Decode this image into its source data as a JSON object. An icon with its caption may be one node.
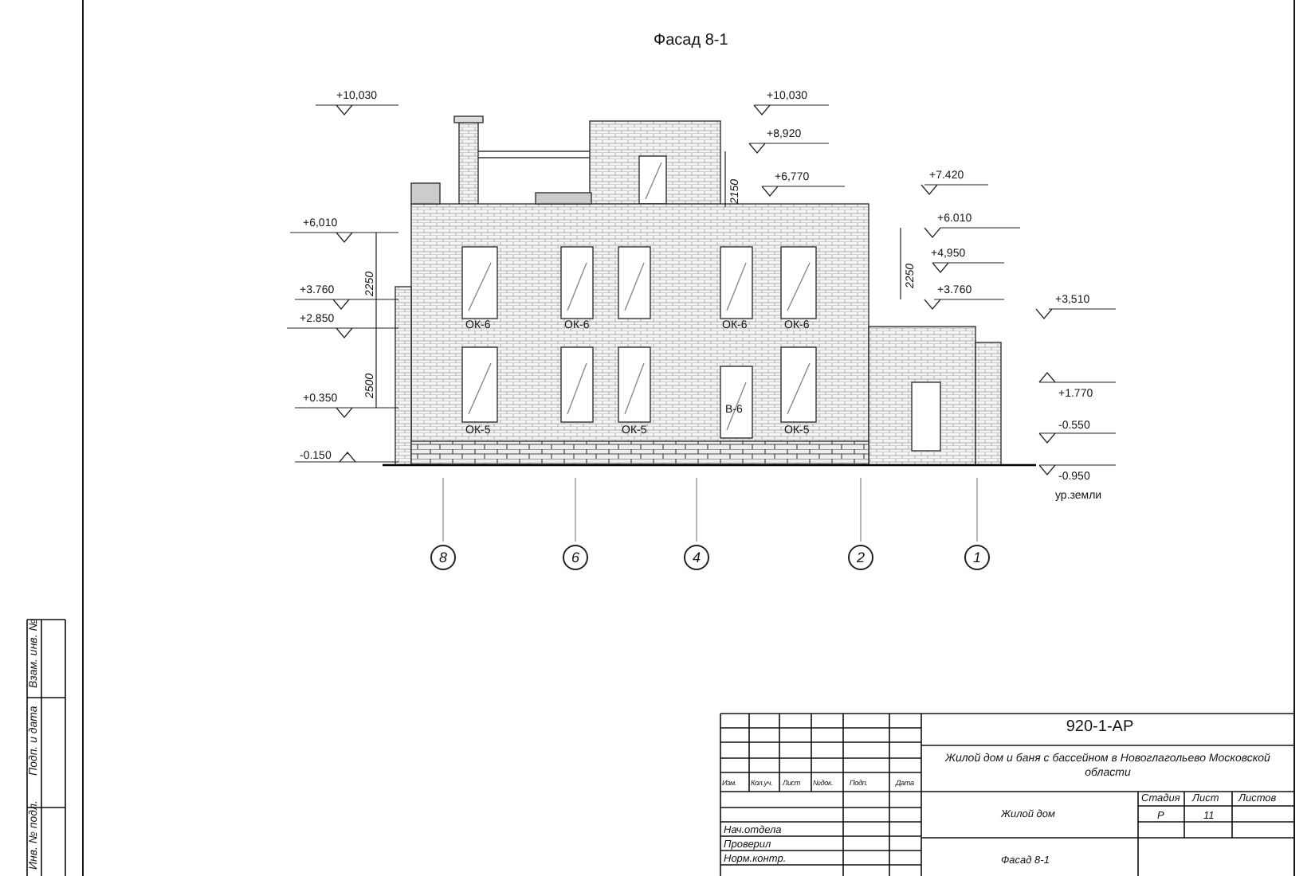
{
  "diagram": {
    "title": "Фасад 8-1",
    "labels": [
      "+10,030",
      "+10,030",
      "+8,920",
      "2150",
      "+6,770",
      "+7.420",
      "+6,010",
      "+6.010",
      "+4,950",
      "2250",
      "2250",
      "+3.760",
      "+3.760",
      "+3,510",
      "+2.850",
      "ОК-6",
      "ОК-6",
      "ОК-6",
      "ОК-6",
      "2500",
      "+0.350",
      "В-6",
      "+1.770",
      "-0.550",
      "ОК-5",
      "ОК-5",
      "ОК-5",
      "-0.150",
      "-0.950",
      "ур.земли",
      "8",
      "6",
      "4",
      "2",
      "1",
      "Взам. инв. №",
      "Подп. и дата",
      "Инв. № подл.",
      "920-1-АР",
      "Изм.",
      "Кол.уч.",
      "Лист",
      "№док.",
      "Подп.",
      "Дата",
      "Жилой дом и баня с бассейном в Новоглагольево Московской области",
      "Стадия",
      "Лист",
      "Листов",
      "Жилой дом",
      "Р",
      "11",
      "Нач.отдела",
      "Проверил",
      "Норм.контр.",
      "Фасад 8-1"
    ]
  }
}
